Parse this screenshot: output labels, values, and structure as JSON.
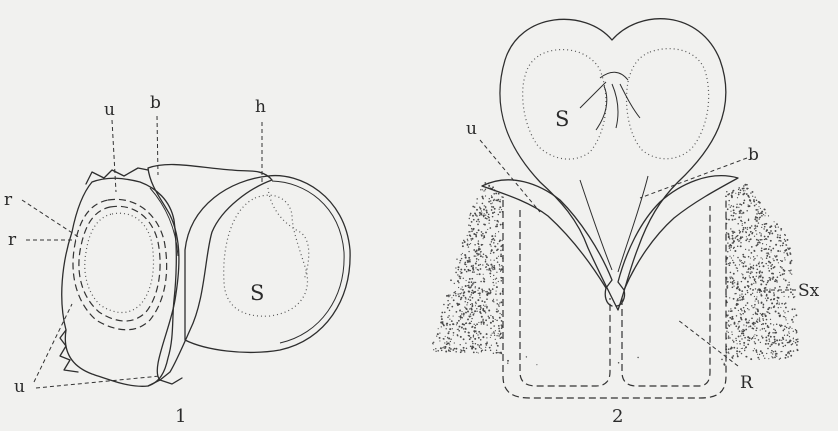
{
  "figure1": {
    "number": "1",
    "labels": {
      "r_outer": "r",
      "r_inner": "r",
      "u_top": "u",
      "b": "b",
      "h": "h",
      "s": "S",
      "u_bottom": "u"
    }
  },
  "figure2": {
    "number": "2",
    "labels": {
      "s": "S",
      "u": "u",
      "b": "b",
      "sx": "Sx",
      "r": "R"
    }
  }
}
